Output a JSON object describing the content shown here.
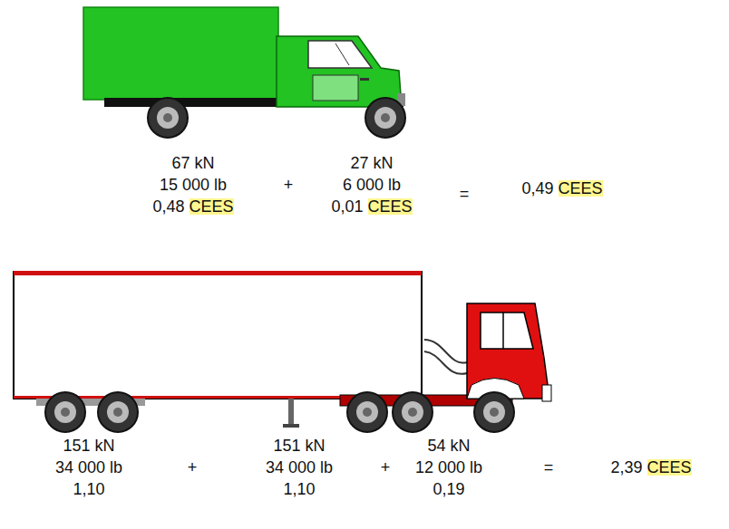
{
  "diagram": {
    "labels": [
      "67 kN",
      "15 000 lb",
      "0,48 CEES",
      "+",
      "27 kN",
      "6 000 lb",
      "0,01 CEES",
      "=",
      "0,49 CEES",
      "151 kN",
      "34 000 lb",
      "1,10",
      "+",
      "151 kN",
      "34 000 lb",
      "1,10",
      "+",
      "54 kN",
      "12 000 lb",
      "0,19",
      "=",
      "2,39 CEES"
    ]
  }
}
